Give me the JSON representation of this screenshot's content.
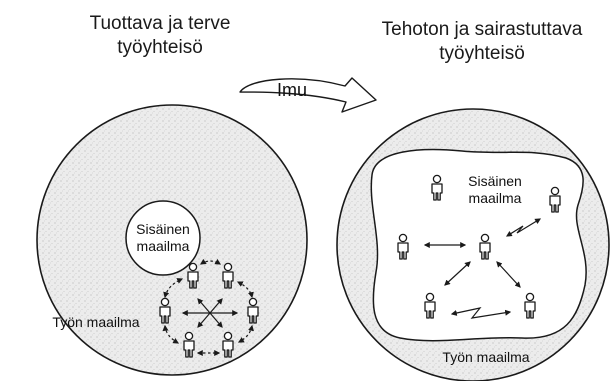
{
  "left": {
    "title_line1": "Tuottava ja terve",
    "title_line2": "työyhteisö",
    "inner_label_line1": "Sisäinen",
    "inner_label_line2": "maailma",
    "outer_label": "Työn maailma"
  },
  "right": {
    "title_line1": "Tehoton ja sairastuttava",
    "title_line2": "työyhteisö",
    "inner_label_line1": "Sisäinen",
    "inner_label_line2": "maailma",
    "outer_label": "Työn maailma"
  },
  "transition_label": "Imu",
  "colors": {
    "speckle_fill": "#e8e8e8",
    "stroke": "#1a1a1a",
    "inner_fill": "#ffffff"
  }
}
